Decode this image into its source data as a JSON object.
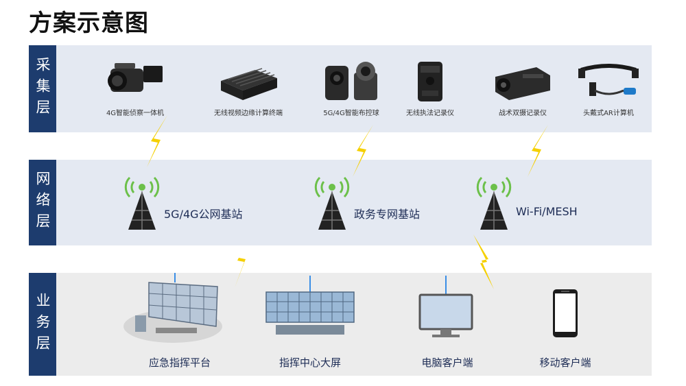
{
  "title": "方案示意图",
  "layers": {
    "collect": "采集层",
    "network": "网络层",
    "service": "业务层"
  },
  "devices": [
    {
      "label": "4G智能侦察一体机",
      "icon": "camcorder-icon"
    },
    {
      "label": "无线视频边缘计算终端",
      "icon": "edge-terminal-icon"
    },
    {
      "label": "5G/4G智能布控球",
      "icon": "dome-camera-icon"
    },
    {
      "label": "无线执法记录仪",
      "icon": "body-camera-icon"
    },
    {
      "label": "战术双摄记录仪",
      "icon": "tactical-camera-icon"
    },
    {
      "label": "头戴式AR计算机",
      "icon": "ar-headset-icon"
    }
  ],
  "networks": [
    {
      "label": "5G/4G公网基站",
      "icon": "tower-icon"
    },
    {
      "label": "政务专网基站",
      "icon": "tower-icon"
    },
    {
      "label": "Wi-Fi/MESH",
      "icon": "tower-icon"
    }
  ],
  "services": [
    {
      "label": "应急指挥平台",
      "icon": "command-center-icon"
    },
    {
      "label": "指挥中心大屏",
      "icon": "video-wall-icon"
    },
    {
      "label": "电脑客户端",
      "icon": "monitor-icon"
    },
    {
      "label": "移动客户端",
      "icon": "smartphone-icon"
    }
  ],
  "colors": {
    "layer_label": "#1d3c6e",
    "band": "#e4e9f2",
    "bolt": "#f5d000",
    "signal": "#6cc04a"
  }
}
